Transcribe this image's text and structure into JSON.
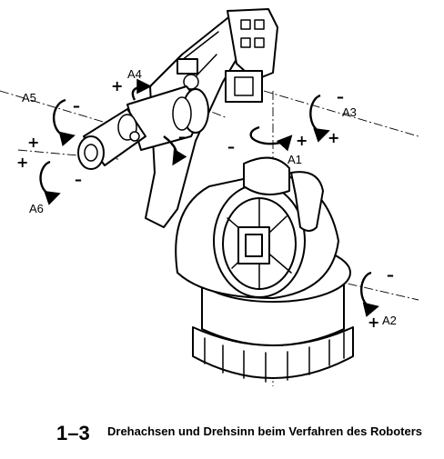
{
  "figure": {
    "axes": [
      {
        "label": "A1",
        "plus": "+",
        "minus": "–"
      },
      {
        "label": "A2",
        "plus": "+",
        "minus": "–"
      },
      {
        "label": "A3",
        "plus": "+",
        "minus": "–"
      },
      {
        "label": "A4",
        "plus": "+",
        "minus": "–"
      },
      {
        "label": "A5",
        "plus": "+",
        "minus": "–"
      },
      {
        "label": "A6",
        "plus": "+",
        "minus": "–"
      }
    ]
  },
  "caption": {
    "number": "1–3",
    "text": "Drehachsen und Drehsinn beim Verfahren des Roboters"
  },
  "colors": {
    "ink": "#000000",
    "paper": "#ffffff"
  }
}
